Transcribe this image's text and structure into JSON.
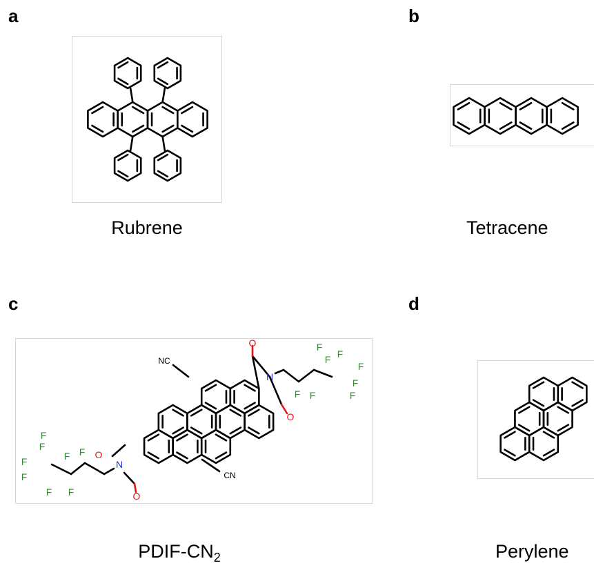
{
  "panels": [
    {
      "letter": "a",
      "caption": "Rubrene"
    },
    {
      "letter": "b",
      "caption": "Tetracene"
    },
    {
      "letter": "c",
      "caption_main": "PDIF-CN",
      "caption_sub": "2"
    },
    {
      "letter": "d",
      "caption": "Perylene"
    }
  ],
  "atoms": {
    "F": "F",
    "O": "O",
    "N": "N",
    "NC": "NC",
    "CN": "CN"
  },
  "colors": {
    "fluorine": "#2e8b2e",
    "oxygen": "#e8141a",
    "nitrogen": "#1f2ee0",
    "bond": "#000000"
  }
}
